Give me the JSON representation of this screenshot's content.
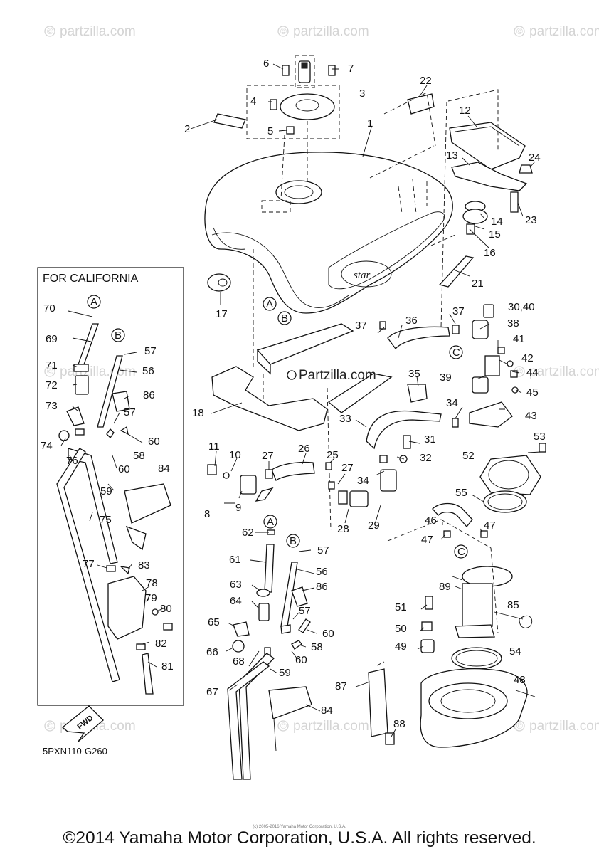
{
  "diagram": {
    "box_title": "FOR CALIFORNIA",
    "diagram_code": "5PXN110-G260",
    "fwd_label": "FWD",
    "center_watermark": "Partzilla.com",
    "watermark_text": "partzilla.com",
    "copyright": "©2014 Yamaha Motor Corporation, U.S.A. All rights reserved.",
    "tiny_credit": "(c) 2005-2016 Yamaha Motor Corporation, U.S.A.",
    "callouts": {
      "A": "A",
      "B": "B",
      "C": "C"
    },
    "labels": {
      "p1": "1",
      "p2": "2",
      "p3": "3",
      "p4": "4",
      "p5": "5",
      "p6": "6",
      "p7": "7",
      "p8": "8",
      "p9": "9",
      "p10": "10",
      "p11": "11",
      "p12": "12",
      "p13": "13",
      "p14": "14",
      "p15": "15",
      "p16": "16",
      "p17": "17",
      "p18": "18",
      "p21": "21",
      "p22": "22",
      "p23": "23",
      "p24": "24",
      "p25": "25",
      "p26": "26",
      "p27": "27",
      "p28": "28",
      "p29": "29",
      "p30_40": "30,40",
      "p31": "31",
      "p32": "32",
      "p33": "33",
      "p34": "34",
      "p35": "35",
      "p36": "36",
      "p37": "37",
      "p38": "38",
      "p39": "39",
      "p41": "41",
      "p42": "42",
      "p43": "43",
      "p44": "44",
      "p45": "45",
      "p46": "46",
      "p47": "47",
      "p48": "48",
      "p49": "49",
      "p50": "50",
      "p51": "51",
      "p52": "52",
      "p53": "53",
      "p54": "54",
      "p55": "55",
      "p56": "56",
      "p57": "57",
      "p58": "58",
      "p59": "59",
      "p60": "60",
      "p61": "61",
      "p62": "62",
      "p63": "63",
      "p64": "64",
      "p65": "65",
      "p66": "66",
      "p67": "67",
      "p68": "68",
      "p69": "69",
      "p70": "70",
      "p71": "71",
      "p72": "72",
      "p73": "73",
      "p74": "74",
      "p75": "75",
      "p76": "76",
      "p77": "77",
      "p78": "78",
      "p79": "79",
      "p80": "80",
      "p81": "81",
      "p82": "82",
      "p83": "83",
      "p84": "84",
      "p85": "85",
      "p86": "86",
      "p87": "87",
      "p88": "88",
      "p89": "89"
    }
  }
}
